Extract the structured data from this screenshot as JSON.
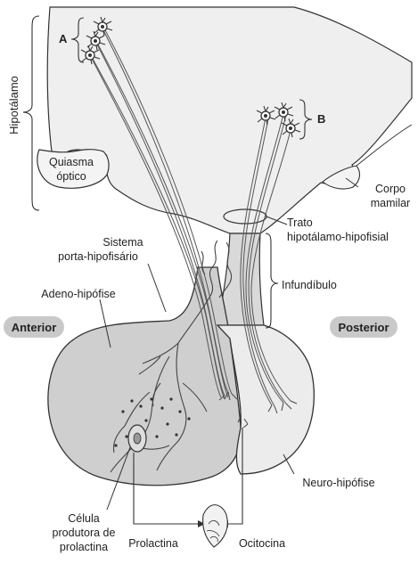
{
  "labels": {
    "hipotalamo": "Hipotálamo",
    "group_a": "A",
    "group_b": "B",
    "quiasma_1": "Quiasma",
    "quiasma_2": "óptico",
    "corpo_1": "Corpo",
    "corpo_2": "mamilar",
    "trato_1": "Trato",
    "trato_2": "hipotálamo-hipofisial",
    "sistema_1": "Sistema",
    "sistema_2": "porta-hipofisário",
    "infundibulo": "Infundíbulo",
    "adeno": "Adeno-hipófise",
    "anterior": "Anterior",
    "posterior": "Posterior",
    "neuro": "Neuro-hipófise",
    "celula_1": "Célula",
    "celula_2": "produtora de",
    "celula_3": "prolactina",
    "prolactina": "Prolactina",
    "ocitocina": "Ocitocina"
  },
  "colors": {
    "hypothalamus_fill": "#efefef",
    "adeno_fill": "#cfcfcf",
    "neuro_fill": "#ececec",
    "infundibulum_fill": "#d9d9d9",
    "badge_fill": "#c9c9c9",
    "stroke": "#333333"
  }
}
